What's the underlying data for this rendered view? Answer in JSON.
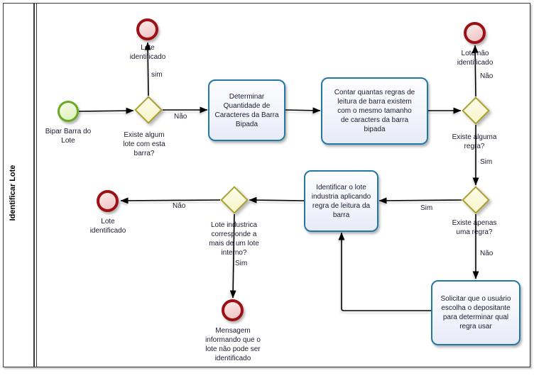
{
  "lane": {
    "title": "Identificar Lote"
  },
  "nodes": {
    "start_bipar": {
      "type": "start-event",
      "label": "Bipar Barra do\nLote"
    },
    "gw_existe_lote": {
      "type": "gateway",
      "label": "Existe algum\nlote com esta\nbarra?"
    },
    "end_lote_ident_top": {
      "type": "end-event",
      "label": "Lote\nidentificado"
    },
    "task_determinar": {
      "type": "task",
      "label": "Determinar\nQuantidade de\nCaracteres da Barra\nBipada"
    },
    "task_contar": {
      "type": "task",
      "label": "Contar quantas regras de\nleitura de barra existem\ncom o mesmo tamanho\nde caracters da barra\nbipada"
    },
    "end_lote_nao_ident": {
      "type": "end-event",
      "label": "Lote não\nidentificado"
    },
    "gw_existe_regra": {
      "type": "gateway",
      "label": "Existe alguma\nregra?"
    },
    "gw_apenas_regra": {
      "type": "gateway",
      "label": "Existe apenas\numa regra?"
    },
    "task_identificar": {
      "type": "task",
      "label": "Identificar o lote\nindustria aplicando\nregra de leitura da\nbarra"
    },
    "task_solicitar": {
      "type": "task",
      "label": "Solicitar que o usuário\nescolha o depositante\npara determinar qual\nregra usar"
    },
    "gw_lote_industria": {
      "type": "gateway",
      "label": "Lote industrica\ncorresponde a\nmais de um lote\ninterno?"
    },
    "end_lote_ident_left": {
      "type": "end-event",
      "label": "Lote\nidentificado"
    },
    "end_mensagem": {
      "type": "end-event",
      "label": "Mensagem\ninformando que o\nlote não pode ser\nidentificado"
    }
  },
  "edge_labels": {
    "gw1_sim": "sim",
    "gw1_nao": "Não",
    "gw2_nao": "Não",
    "gw2_sim": "Sim",
    "gw3_sim": "Sim",
    "gw3_nao": "Não",
    "gw4_nao": "Não",
    "gw4_sim": "Sim"
  },
  "colors": {
    "start_border": "#69aa24",
    "end_border": "#9b1116",
    "gateway_border": "#a8a12b",
    "task_border": "#2278a3",
    "flow_line": "#000000"
  }
}
